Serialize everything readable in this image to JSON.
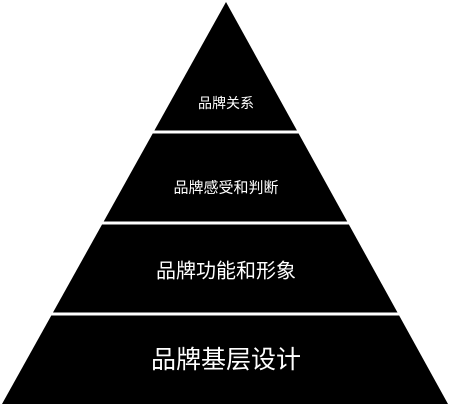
{
  "diagram": {
    "colors": {
      "background": "#ffffff",
      "fill": "#000000",
      "divider": "#ffffff",
      "text": "#ffffff"
    },
    "levels": [
      {
        "label": "品牌关系"
      },
      {
        "label": "品牌感受和判断"
      },
      {
        "label": "品牌功能和形象"
      },
      {
        "label": "品牌基层设计"
      }
    ]
  }
}
